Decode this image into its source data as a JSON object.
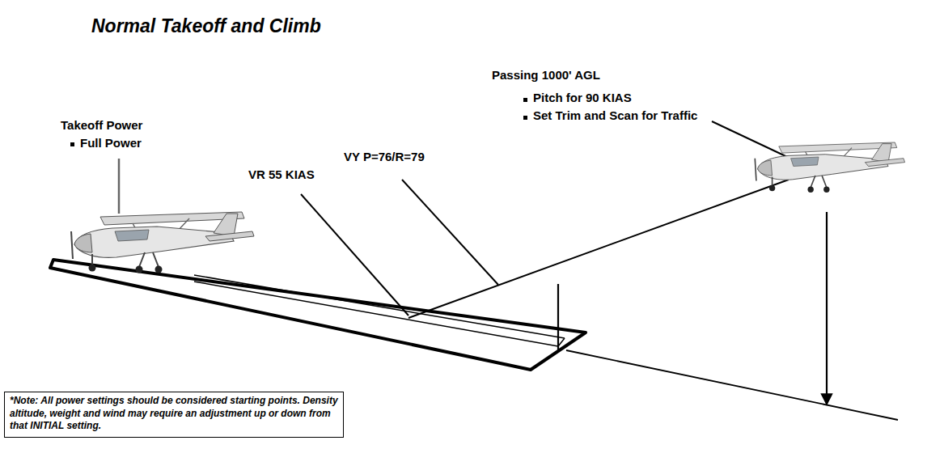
{
  "diagram": {
    "title": "Normal Takeoff and Climb",
    "nodes": [
      {
        "text": [
          "*Note: All power settings should be considered starting points. Density altitude, weight and wind may require an adjustment up or down from that INITIAL setting."
        ]
      }
    ],
    "labels": [
      "Takeoff Power",
      "Full Power",
      "VR 55 KIAS",
      "VY P=76/R=79",
      "Passing 1000' AGL",
      "Pitch for 90 KIAS",
      "Set Trim and Scan for Traffic"
    ]
  }
}
